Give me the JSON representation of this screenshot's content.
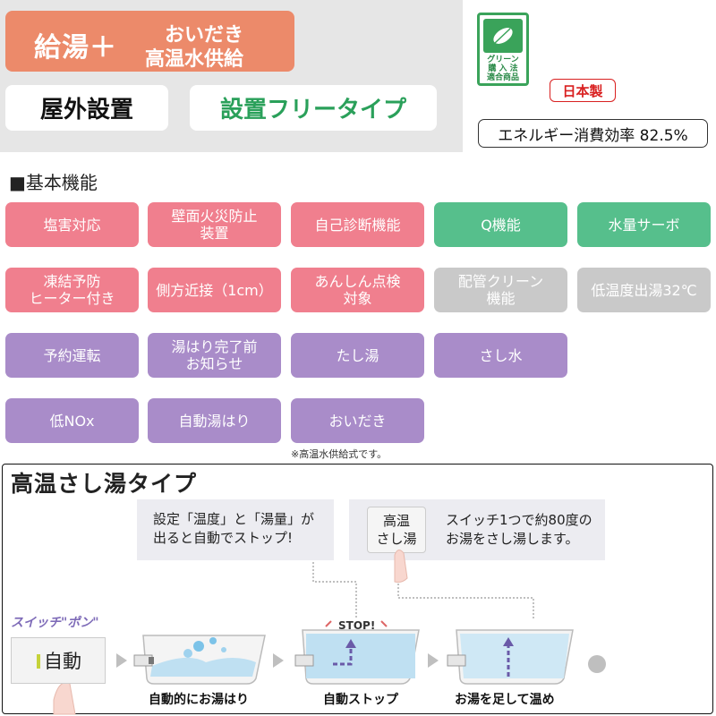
{
  "header": {
    "title_main": "給湯＋",
    "title_sub_line1": "おいだき",
    "title_sub_line2": "高温水供給",
    "tag_outdoor": "屋外設置",
    "tag_free": "設置フリータイプ"
  },
  "badges": {
    "green_purchase_line1": "グリーン",
    "green_purchase_line2": "購 入 法",
    "green_purchase_line3": "適合商品",
    "made_in_japan": "日本製",
    "efficiency": "エネルギー消費効率 82.5%"
  },
  "features": {
    "section_title": "■基本機能",
    "items": [
      {
        "label": "塩害対応",
        "color": "#f07f8e"
      },
      {
        "label": "壁面火災防止\n装置",
        "color": "#f07f8e"
      },
      {
        "label": "自己診断機能",
        "color": "#f07f8e"
      },
      {
        "label": "Q機能",
        "color": "#56bf8c"
      },
      {
        "label": "水量サーボ",
        "color": "#56bf8c"
      },
      {
        "label": "凍結予防\nヒーター付き",
        "color": "#f07f8e"
      },
      {
        "label": "側方近接（1cm）",
        "color": "#f07f8e"
      },
      {
        "label": "あんしん点検\n対象",
        "color": "#f07f8e"
      },
      {
        "label": "配管クリーン\n機能",
        "color": "#c9c9c9"
      },
      {
        "label": "低温度出湯32℃",
        "color": "#c9c9c9"
      },
      {
        "label": "予約運転",
        "color": "#a98cc9"
      },
      {
        "label": "湯はり完了前\nお知らせ",
        "color": "#a98cc9"
      },
      {
        "label": "たし湯",
        "color": "#a98cc9"
      },
      {
        "label": "さし水",
        "color": "#a98cc9"
      },
      {
        "label": "低NOx",
        "color": "#a98cc9"
      },
      {
        "label": "自動湯はり",
        "color": "#a98cc9"
      },
      {
        "label": "おいだき",
        "color": "#a98cc9"
      }
    ],
    "footnote": "※高温水供給式です。"
  },
  "flow": {
    "title": "高温さし湯タイプ",
    "note_left": "設定「温度」と「湯量」が出ると自動でストップ!",
    "note_right_button": "高温\nさし湯",
    "note_right_text": "スイッチ1つで約80度のお湯をさし湯します。",
    "switch_label": "スイッチ\"ポン\"",
    "switch_button": "自動",
    "stop_text": "STOP!",
    "steps": [
      "自動的にお湯はり",
      "自動ストップ",
      "お湯を足して温め"
    ]
  }
}
